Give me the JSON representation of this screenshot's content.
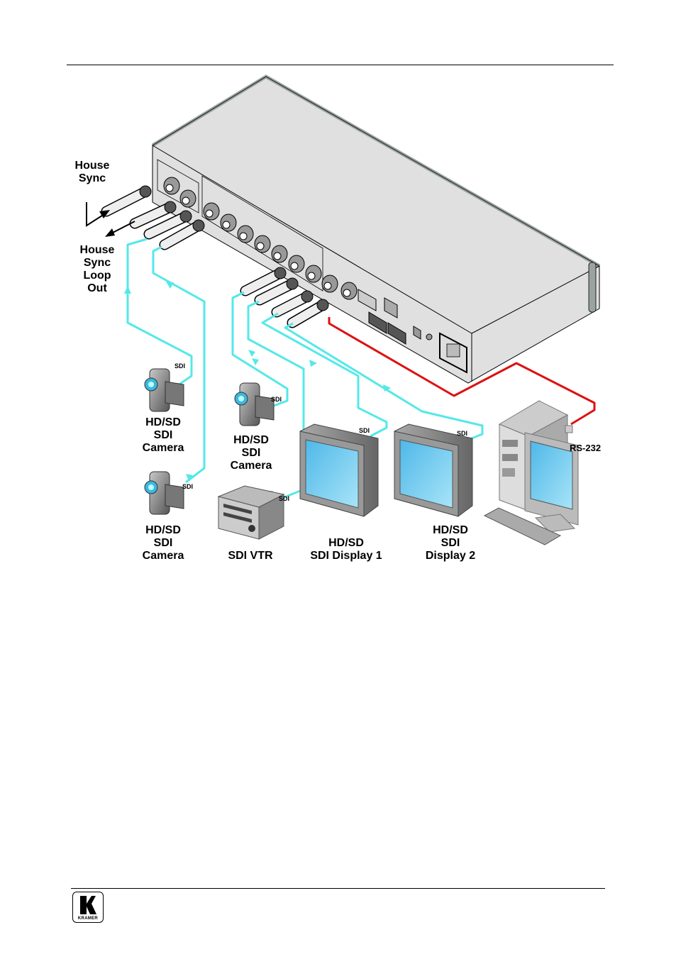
{
  "figure": {
    "device": "SDI switcher rear panel",
    "labels": {
      "house_sync": [
        "House",
        "Sync"
      ],
      "house_sync_loop_out": [
        "House",
        "Sync",
        "Loop",
        "Out"
      ],
      "camera_1": [
        "HD/SD",
        "SDI",
        "Camera"
      ],
      "camera_2": [
        "HD/SD",
        "SDI",
        "Camera"
      ],
      "camera_3": [
        "HD/SD",
        "SDI",
        "Camera"
      ],
      "vtr": [
        "SDI VTR"
      ],
      "display_1": [
        "HD/SD",
        "SDI Display 1"
      ],
      "display_2": [
        "HD/SD",
        "SDI",
        "Display 2"
      ],
      "rs232": "RS-232",
      "sdi": "SDI"
    },
    "colors": {
      "sdi_cable": "#55e8e8",
      "rs232_cable": "#dd1111",
      "chassis": "#e0e0e0",
      "chassis_edge": "#9aa39f",
      "screen": "#5ec8ee"
    }
  },
  "footer": {
    "logo_text": "KRAMER"
  }
}
